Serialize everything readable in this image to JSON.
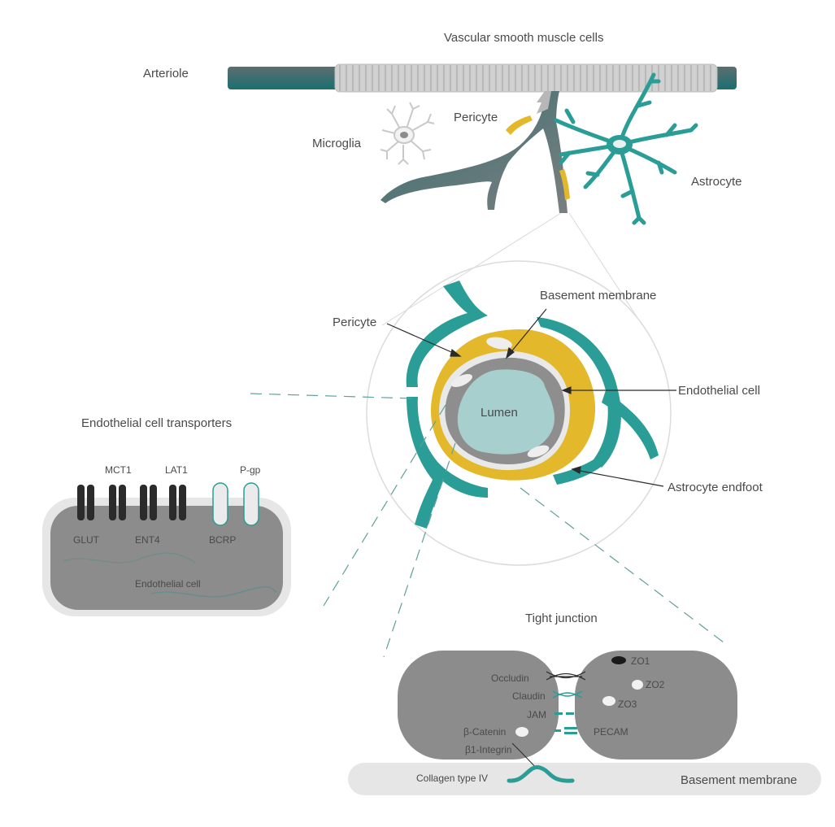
{
  "labels": {
    "vsmc": "Vascular smooth muscle cells",
    "arteriole": "Arteriole",
    "pericyte_top": "Pericyte",
    "microglia": "Microglia",
    "astrocyte": "Astrocyte",
    "basement_membrane": "Basement membrane",
    "pericyte": "Pericyte",
    "endothelial_cell": "Endothelial cell",
    "lumen": "Lumen",
    "astrocyte_endfoot": "Astrocyte endfoot",
    "transporters_title": "Endothelial cell transporters",
    "tight_junction": "Tight junction",
    "basement_membrane_bottom": "Basement membrane"
  },
  "transporters": {
    "mct1": "MCT1",
    "lat1": "LAT1",
    "pgp": "P-gp",
    "glut": "GLUT",
    "ent4": "ENT4",
    "bcrp": "BCRP",
    "cell": "Endothelial cell"
  },
  "junction": {
    "zo1": "ZO1",
    "zo2": "ZO2",
    "zo3": "ZO3",
    "occludin": "Occludin",
    "claudin": "Claudin",
    "jam": "JAM",
    "pecam": "PECAM",
    "b_catenin": "β-Catenin",
    "b1_integrin": "β1-Integrin",
    "collagen": "Collagen type IV"
  },
  "colors": {
    "teal": "#2a9d96",
    "dark_teal": "#1f6f70",
    "gold": "#e3b82a",
    "gray": "#8a8a8a",
    "light_gray": "#e6e6e6",
    "lumen": "#a6cfcd",
    "dark": "#2b2b2b"
  }
}
